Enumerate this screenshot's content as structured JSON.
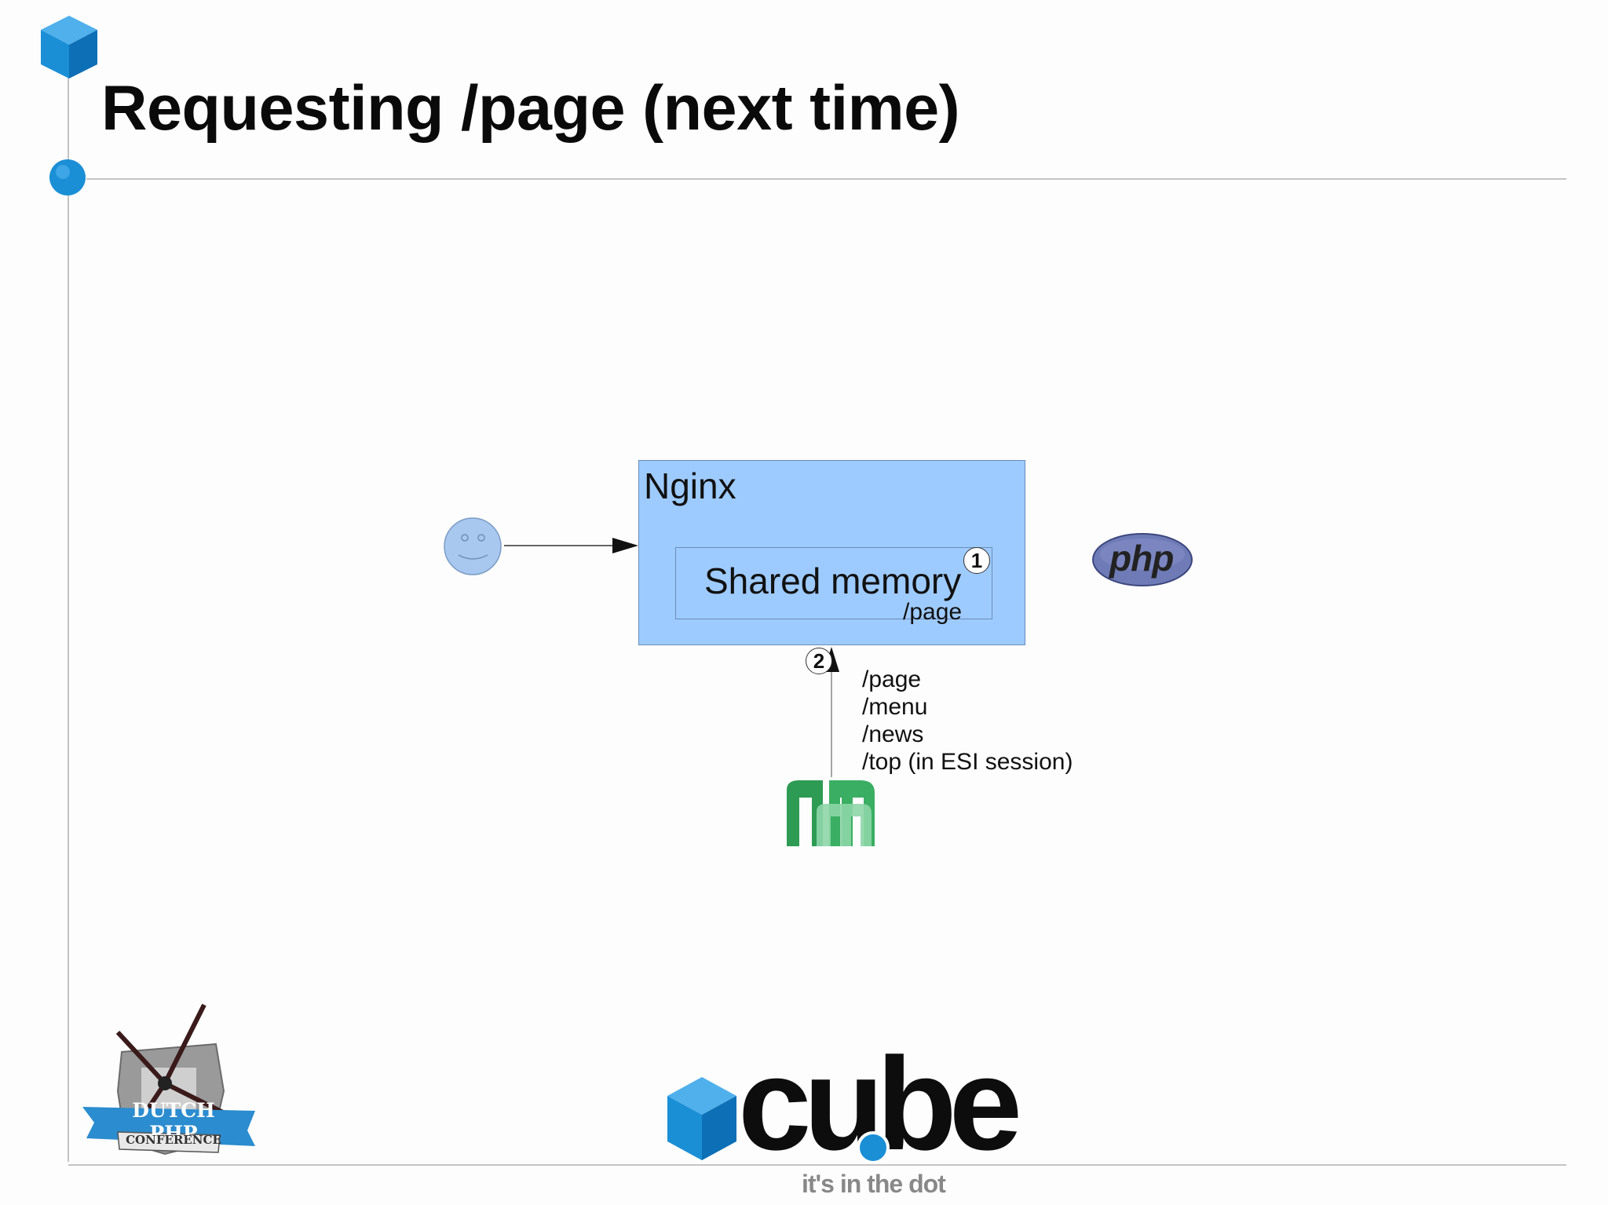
{
  "slide": {
    "title": "Requesting /page (next time)"
  },
  "diagram": {
    "nginx_label": "Nginx",
    "shared_memory_label": "Shared memory",
    "shared_memory_entry": "/page",
    "step1_badge": "1",
    "step2_badge": "2",
    "esi_entries": [
      "/page",
      "/menu",
      "/news",
      "/top (in ESI session)"
    ],
    "php_logo_text": "php"
  },
  "branding": {
    "cube_word": "cube",
    "tagline": "it's in the dot",
    "conference_line1": "DUTCH PHP",
    "conference_line2": "CONFERENCE"
  },
  "colors": {
    "accent_blue": "#1b8fd6",
    "nginx_fill": "#9ecbff",
    "user_face": "#a8c8f0",
    "memcached_green": "#2e9b54",
    "php_purple": "#6f7bb6"
  },
  "icons": {
    "user": "smiley-face-icon",
    "php": "php-logo-icon",
    "memcached": "memcached-logo-icon"
  }
}
